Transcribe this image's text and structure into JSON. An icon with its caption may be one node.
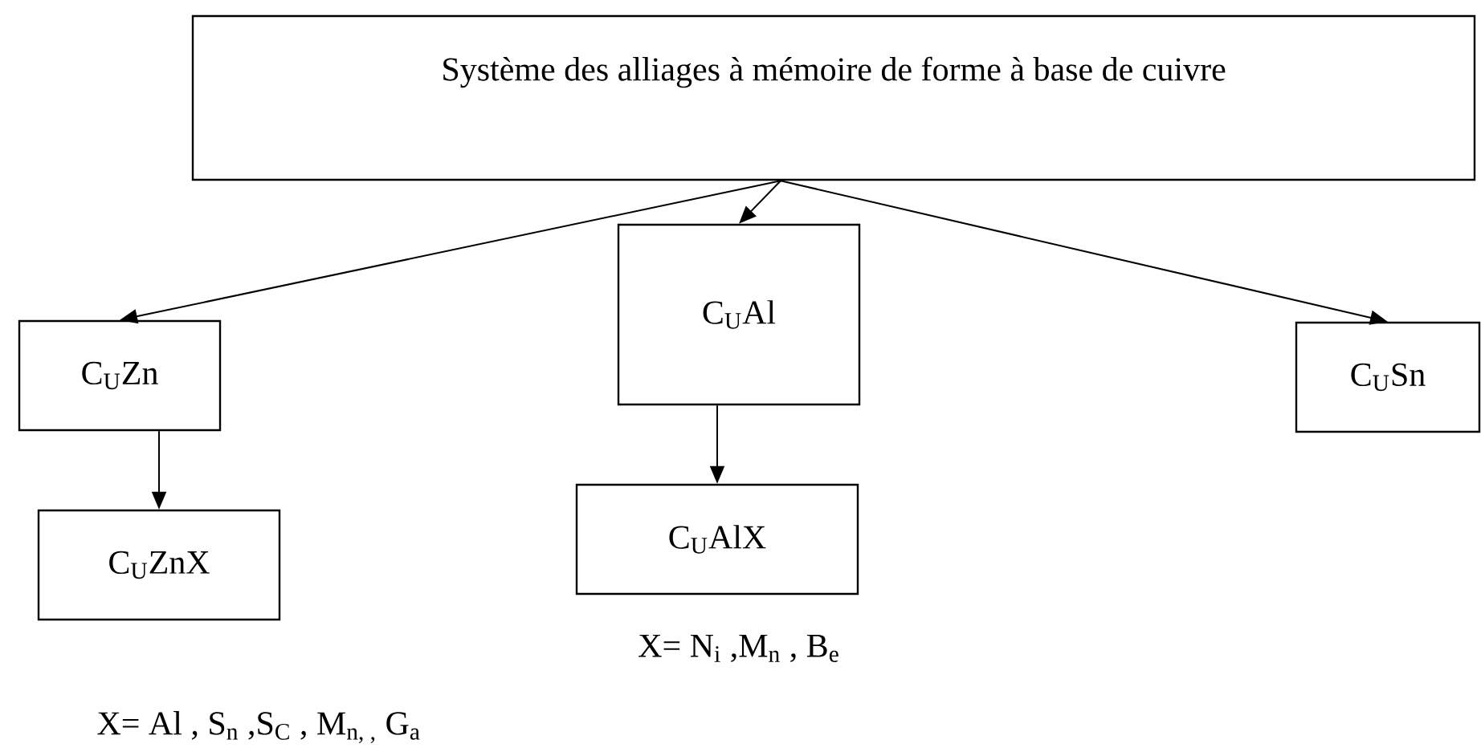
{
  "diagram": {
    "nodes": [
      {
        "text": [
          "Système des alliages à mémoire de forme à base de cuivre"
        ]
      },
      {
        "text": [
          "C$_{U}$Zn"
        ]
      },
      {
        "text": [
          "C$_{U}$ZnX"
        ]
      },
      {
        "text": [
          "C$_{U}$Al"
        ]
      },
      {
        "text": [
          "C$_{U}$AlX"
        ]
      },
      {
        "text": [
          "C$_{U}$Sn"
        ]
      }
    ],
    "edges": [
      {
        "from": 0,
        "to": 1,
        "arrow": "to"
      },
      {
        "from": 0,
        "to": 3,
        "arrow": "to"
      },
      {
        "from": 0,
        "to": 5,
        "arrow": "to"
      },
      {
        "from": 1,
        "to": 2,
        "arrow": "to"
      },
      {
        "from": 3,
        "to": 4,
        "arrow": "to"
      }
    ],
    "labels": [
      "X= N$_{i}$ ,M$_{n}$ , B$_{e}$",
      "X= Al , S$_{n}$ ,S$_{C}$ , M$_{n, ,}$ G$_{a}$"
    ]
  }
}
